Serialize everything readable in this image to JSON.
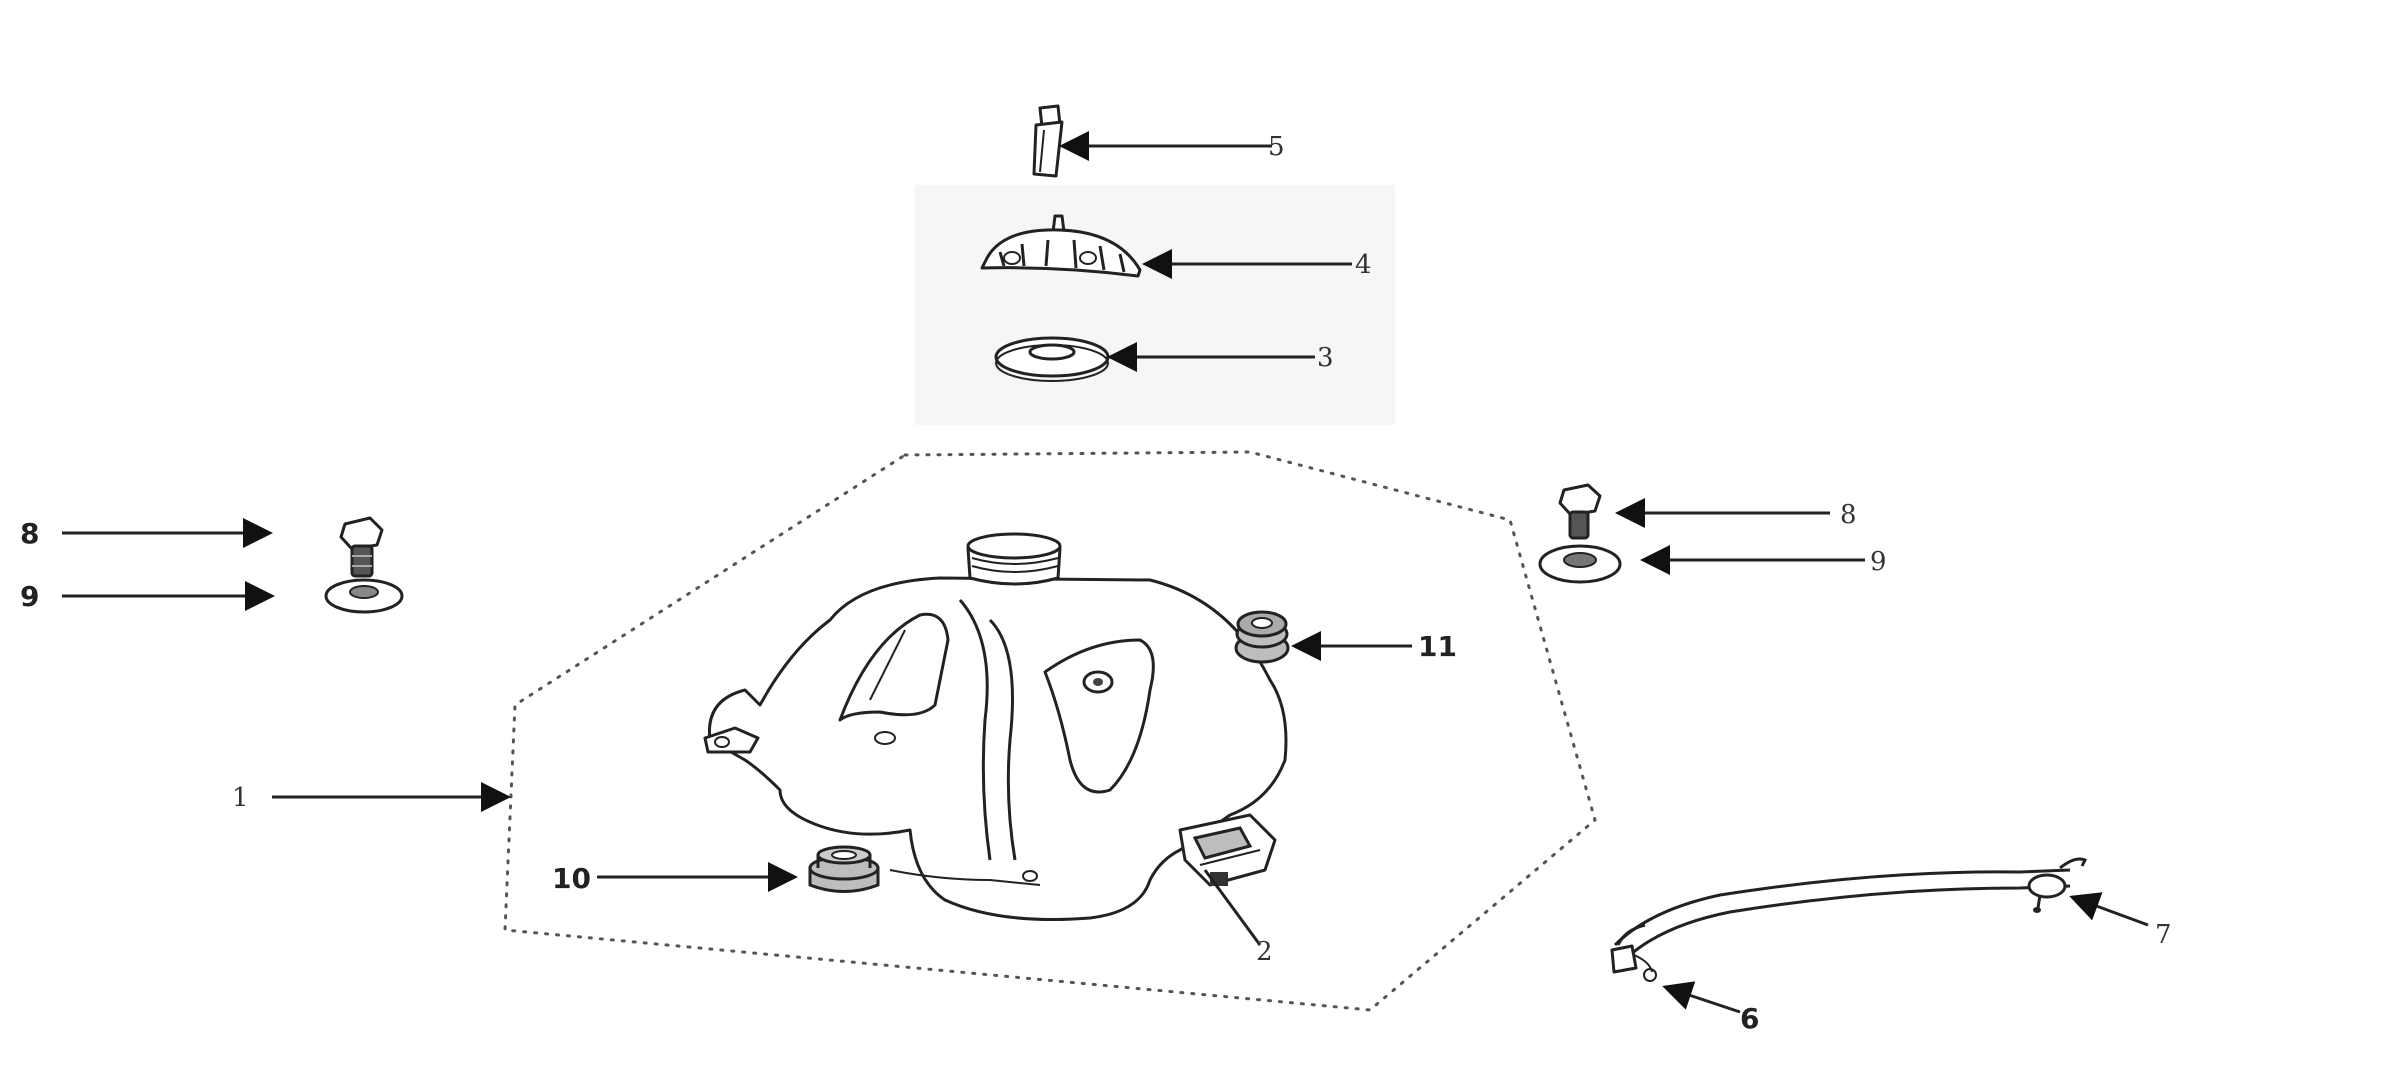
{
  "callouts": {
    "c1": "1",
    "c2": "2",
    "c3": "3",
    "c4": "4",
    "c5": "5",
    "c6": "6",
    "c7": "7",
    "c8_left": "8",
    "c9_left": "9",
    "c8_right": "8",
    "c9_right": "9",
    "c10": "10",
    "c11": "11"
  }
}
